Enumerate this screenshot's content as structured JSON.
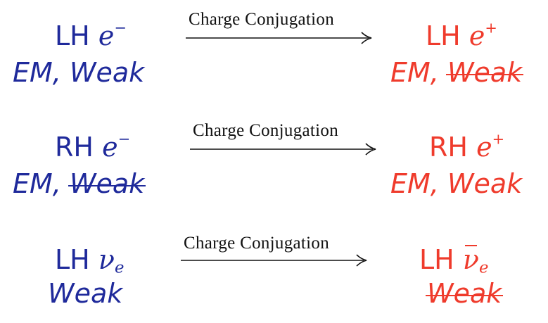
{
  "arrow_label": "Charge Conjugation",
  "rows": [
    {
      "left": {
        "handedness": "LH",
        "symbol": "e",
        "superscript": "−",
        "subscript": "",
        "sub_line_parts": [
          "EM",
          ", ",
          "Weak"
        ],
        "struck": []
      },
      "right": {
        "handedness": "LH",
        "symbol": "e",
        "superscript": "+",
        "subscript": "",
        "sub_line_parts": [
          "EM",
          ", ",
          "Weak"
        ],
        "struck": [
          "Weak"
        ]
      }
    },
    {
      "left": {
        "handedness": "RH",
        "symbol": "e",
        "superscript": "−",
        "subscript": "",
        "sub_line_parts": [
          "EM",
          ", ",
          "Weak"
        ],
        "struck": [
          "Weak"
        ]
      },
      "right": {
        "handedness": "RH",
        "symbol": "e",
        "superscript": "+",
        "subscript": "",
        "sub_line_parts": [
          "EM",
          ", ",
          "Weak"
        ],
        "struck": []
      }
    },
    {
      "left": {
        "handedness": "LH",
        "symbol": "ν",
        "superscript": "",
        "subscript": "e",
        "sub_line_parts": [
          "Weak"
        ],
        "struck": []
      },
      "right": {
        "handedness": "LH",
        "symbol": "ν",
        "superscript": "",
        "subscript": "e",
        "sub_line_parts": [
          "Weak"
        ],
        "struck": [
          "Weak"
        ]
      }
    }
  ],
  "colors": {
    "matter": "#1f2a9b",
    "antimatter": "#ef3b2c"
  }
}
